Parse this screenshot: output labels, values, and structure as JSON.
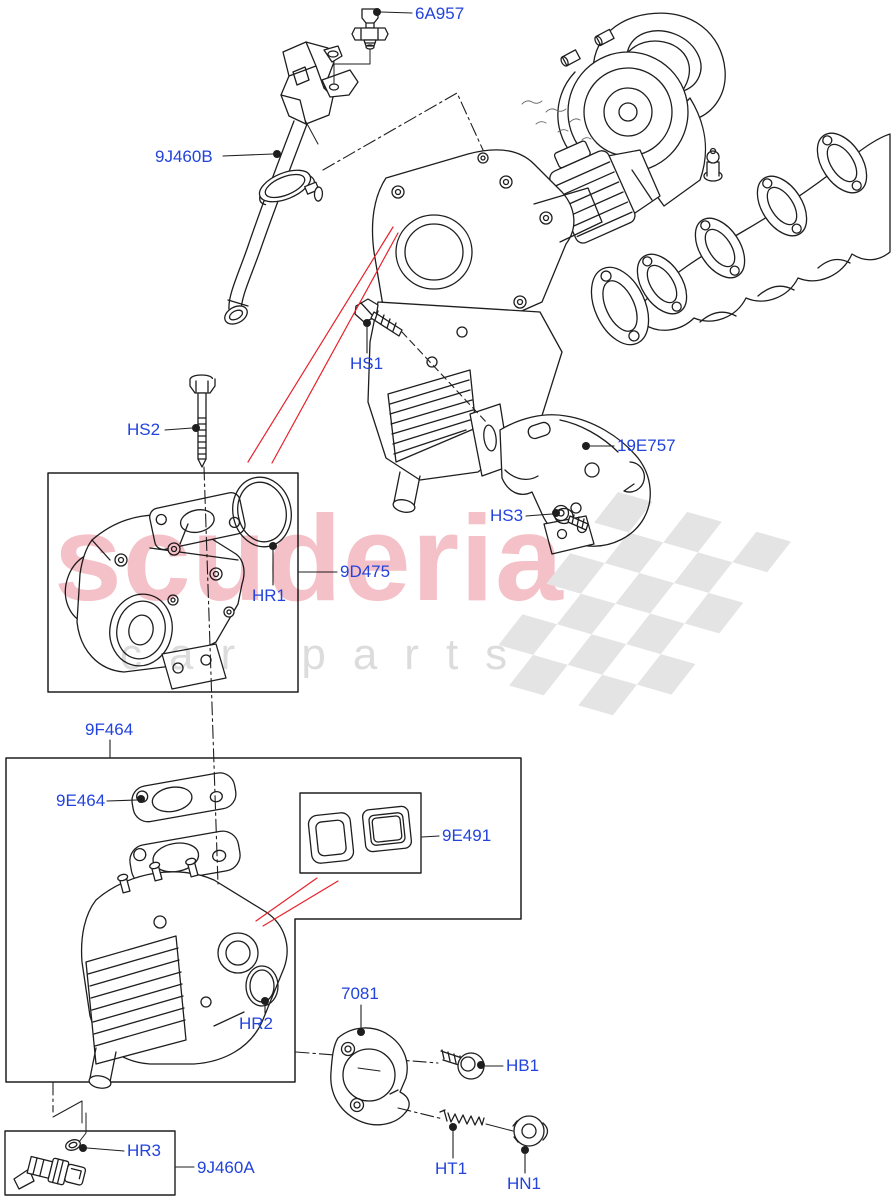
{
  "watermark": {
    "brand": "scuderia",
    "subtitle": "car parts"
  },
  "colors": {
    "label_blue": "#2243dc",
    "line_black": "#1e1e1e",
    "pointer_red": "#e8212b",
    "watermark_pink": "rgba(224,74,94,0.34)",
    "watermark_gray": "#dcdcdc",
    "flag_gray": "#e4e4e4",
    "background": "#ffffff"
  },
  "labels": [
    {
      "id": "6A957",
      "text": "6A957"
    },
    {
      "id": "9J460B",
      "text": "9J460B"
    },
    {
      "id": "HS1",
      "text": "HS1"
    },
    {
      "id": "HS2",
      "text": "HS2"
    },
    {
      "id": "19E757",
      "text": "19E757"
    },
    {
      "id": "HS3",
      "text": "HS3"
    },
    {
      "id": "9D475",
      "text": "9D475"
    },
    {
      "id": "HR1",
      "text": "HR1"
    },
    {
      "id": "9F464",
      "text": "9F464"
    },
    {
      "id": "9E464",
      "text": "9E464"
    },
    {
      "id": "9E491",
      "text": "9E491"
    },
    {
      "id": "HR2",
      "text": "HR2"
    },
    {
      "id": "7081",
      "text": "7081"
    },
    {
      "id": "HB1",
      "text": "HB1"
    },
    {
      "id": "HR3",
      "text": "HR3"
    },
    {
      "id": "9J460A",
      "text": "9J460A"
    },
    {
      "id": "HT1",
      "text": "HT1"
    },
    {
      "id": "HN1",
      "text": "HN1"
    }
  ]
}
